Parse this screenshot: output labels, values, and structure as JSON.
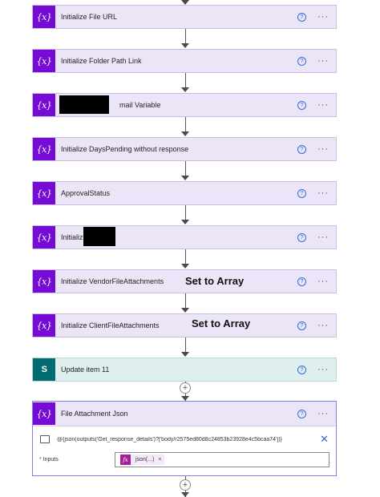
{
  "steps": [
    {
      "title": "Initialize File URL",
      "icon": "{x}",
      "kind": "variable"
    },
    {
      "title": "Initialize Folder Path Link",
      "icon": "{x}",
      "kind": "variable"
    },
    {
      "title": "mail Variable",
      "icon": "{x}",
      "kind": "variable"
    },
    {
      "title": "Initialize DaysPending without response",
      "icon": "{x}",
      "kind": "variable"
    },
    {
      "title": "ApprovalStatus",
      "icon": "{x}",
      "kind": "variable"
    },
    {
      "title": "Initializ",
      "icon": "{x}",
      "kind": "variable"
    },
    {
      "title": "Initialize VendorFileAttachments",
      "icon": "{x}",
      "kind": "variable"
    },
    {
      "title": "Initialize ClientFileAttachments",
      "icon": "{x}",
      "kind": "variable"
    },
    {
      "title": "Update item 11",
      "icon": "S",
      "kind": "sharepoint"
    }
  ],
  "annotations": [
    "Set to Array",
    "Set to Array"
  ],
  "help_glyph": "?",
  "more_glyph": "···",
  "plus_glyph": "+",
  "expanded": {
    "title": "File Attachment Json",
    "icon": "{x}",
    "expression": "@{json(outputs('Get_response_details')?['body/r2575ed80d8c24853b23928e4c5bcaa74'])}",
    "close_glyph": "✕",
    "inputs_label": "Inputs",
    "required_mark": "*",
    "token_icon": "fx",
    "token_text": "json(...)",
    "token_remove": "×"
  },
  "colors": {
    "variable_icon": "#770bd6",
    "sharepoint_icon": "#036c70",
    "variable_card": "#ece5f8",
    "sharepoint_card": "#dfeeee",
    "expression_token": "#a51f99"
  }
}
